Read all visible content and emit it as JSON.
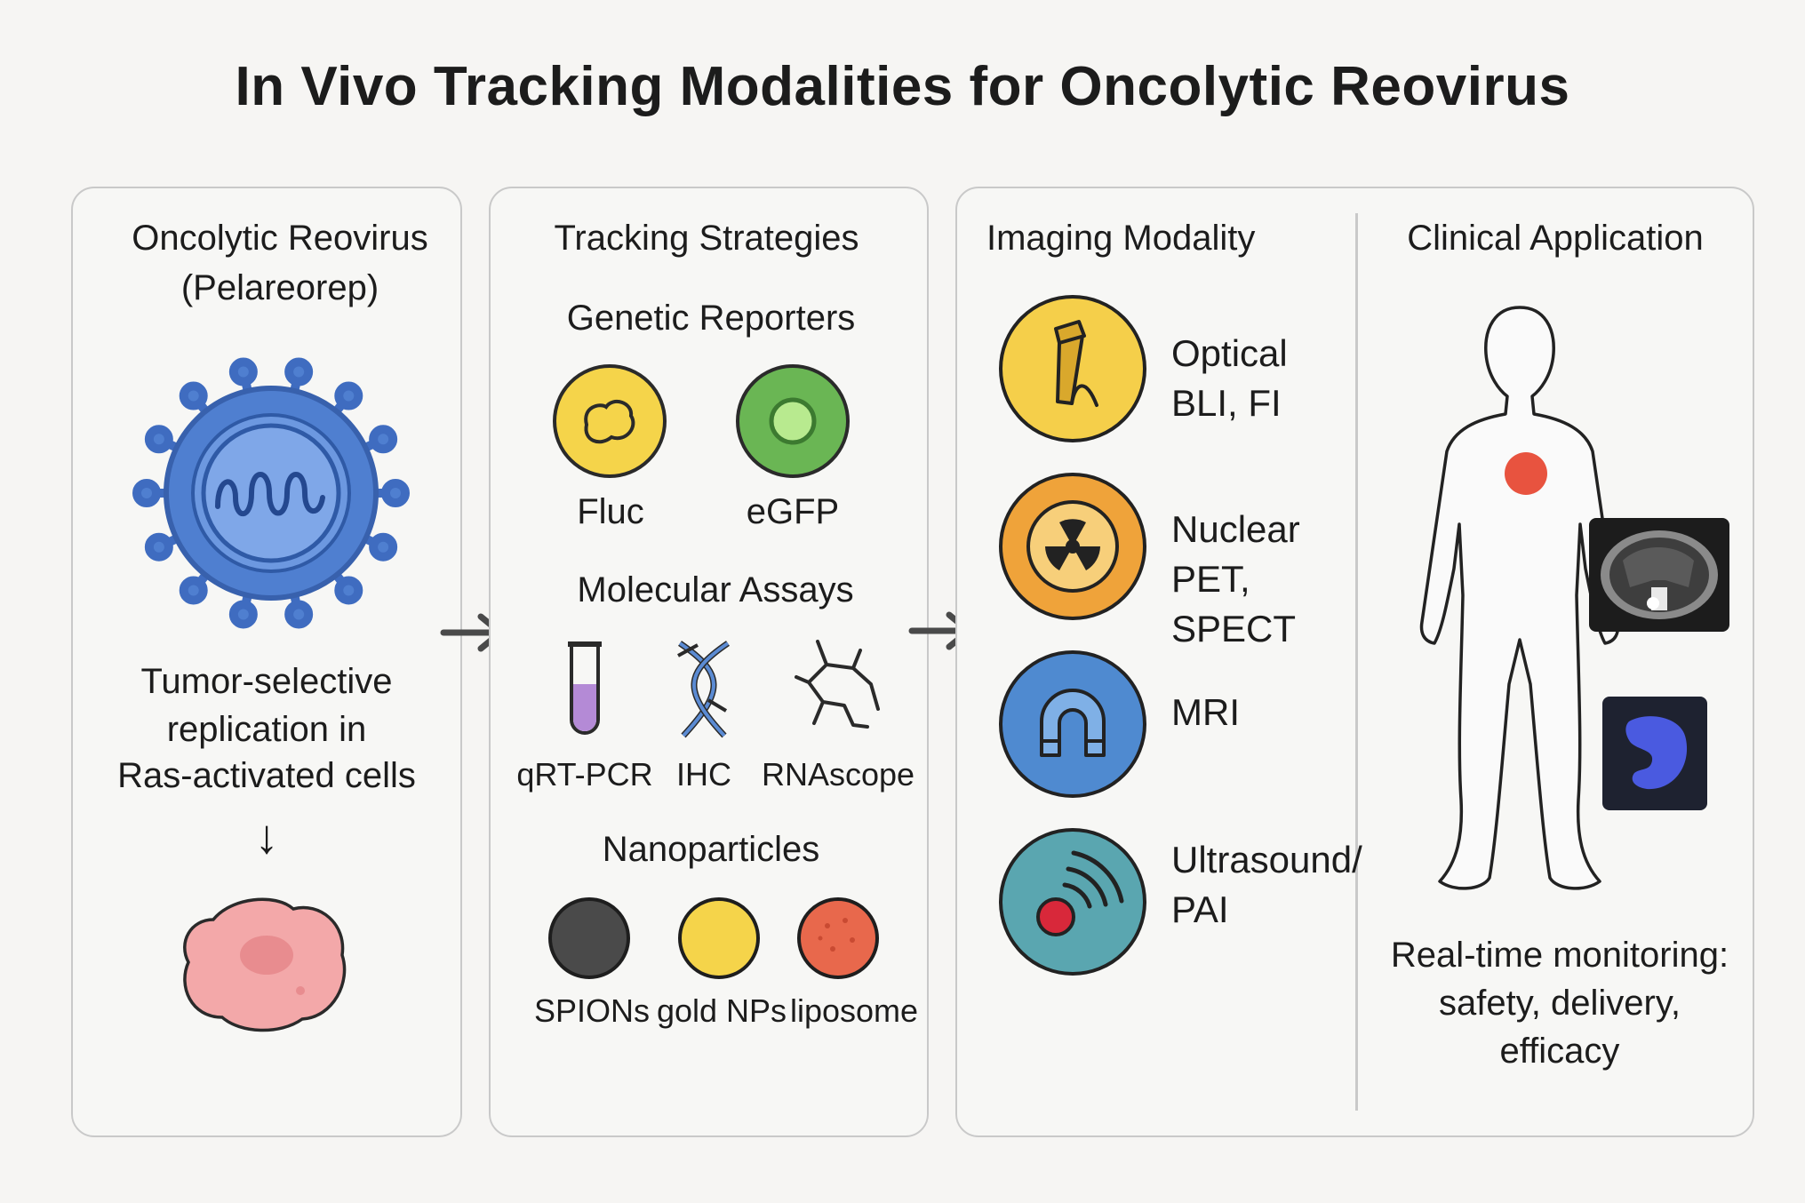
{
  "title": "In Vivo Tracking Modalities for Oncolytic Reovirus",
  "virus_panel": {
    "heading_line1": "Oncolytic Reovirus",
    "heading_line2": "(Pelareorep)",
    "caption_line1": "Tumor-selective",
    "caption_line2": "replication in",
    "caption_line3": "Ras-activated cells",
    "down_arrow": "↓"
  },
  "tracking_panel": {
    "heading": "Tracking Strategies",
    "genetic_reporters": {
      "heading": "Genetic Reporters",
      "items": [
        "Fluc",
        "eGFP"
      ]
    },
    "molecular_assays": {
      "heading": "Molecular Assays",
      "items": [
        "qRT-PCR",
        "IHC",
        "RNAscope"
      ]
    },
    "nanoparticles": {
      "heading": "Nanoparticles",
      "items": [
        "SPIONs",
        "gold NPs",
        "liposome"
      ]
    }
  },
  "imaging_panel": {
    "heading": "Imaging Modality",
    "modalities": [
      {
        "line1": "Optical",
        "line2": "BLI, FI",
        "icon": "flask-icon",
        "color": "#f5cf4a"
      },
      {
        "line1": "Nuclear",
        "line2": "PET, SPECT",
        "icon": "radiation-icon",
        "color": "#efa33a"
      },
      {
        "line1": "MRI",
        "line2": "",
        "icon": "magnet-icon",
        "color": "#4f8ad0"
      },
      {
        "line1": "Ultrasound/",
        "line2": "PAI",
        "icon": "wave-icon",
        "color": "#5aa6b0"
      }
    ]
  },
  "clinical_panel": {
    "heading": "Clinical Application",
    "caption_line1": "Real-time monitoring:",
    "caption_line2": "safety, delivery,",
    "caption_line3": "efficacy"
  },
  "colors": {
    "virus_blue": "#4f7fd0",
    "tumor_pink": "#f2a7a8",
    "fluc_yellow": "#f5d44a",
    "egfp_green": "#6ab654",
    "tumor_marker_red": "#e8533f"
  }
}
